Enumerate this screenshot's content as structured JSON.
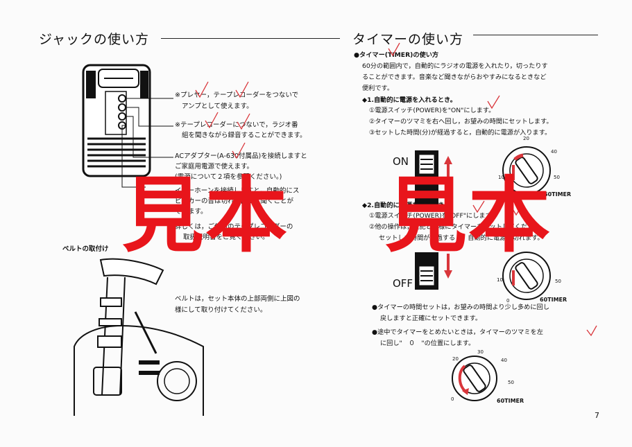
{
  "left": {
    "heading": "ジャックの使い方",
    "jack_notes": [
      [
        "※プレヤー，テープレコーダーをつないで",
        "アンプとして使えます。"
      ],
      [
        "※テープレコーダーにつないで，ラジオ番",
        "組を聞きながら録音することができます。"
      ],
      [
        "ACアダプター(A-630付属品)を接続しますと",
        "ご家庭用電源で使えます。",
        "(電源について２項を参照ください。)"
      ],
      [
        "イヤーホーンを接続しますと，自動的にス",
        "ピーカーの音は切れ，静かに聞くことが",
        "できます。"
      ],
      [
        "詳しくは，ご使用のテープレコーダーの",
        "取扱説明書をご覧ください。"
      ]
    ],
    "belt_heading": "ベルトの取付け",
    "belt_text": [
      "ベルトは，セット本体の上部両側に上図の",
      "様にして取り付けてください。"
    ]
  },
  "right": {
    "heading": "タイマーの使い方",
    "subheading": "●タイマー(TIMER)の使い方",
    "intro": [
      "60分の範囲内で，自動的にラジオの電源を入れたり，切ったりす",
      "ることができます。音楽など聞きながらおやすみになるときなど",
      "便利です。"
    ],
    "section1_title": "◆1.自動的に電源を入れるとき。",
    "section1_steps": [
      "①電源スイッチ(POWER)を\"ON\"にします。",
      "②タイマーのツマミを右へ回し，お望みの時間にセットします。",
      "③セットした時間(分)が経過すると，自動的に電源が入ります。"
    ],
    "section2_title": "◆2.自動的に電源を切るとき。",
    "section2_steps": [
      "①電源スイッチ(POWER)を\"OFF\"にします。",
      "②他の操作は，上記と同様にタイマーをセットしてください。",
      "セットした時間が経過すると，自動的に電源が切れます。"
    ],
    "bullets": [
      [
        "●タイマーの時間セットは，お望みの時間より少し多めに回し",
        "戻しますと正確にセットできます。"
      ],
      [
        "●途中でタイマーをとめたいときは，タイマーのツマミを左",
        "に回し\"　０　\"の位置にします。"
      ]
    ],
    "on_label": "ON",
    "off_label": "OFF",
    "dial_numbers": [
      "20",
      "30",
      "40",
      "10",
      "50",
      "0",
      "60TIMER"
    ]
  },
  "page_number": "7",
  "watermark": "見本",
  "colors": {
    "watermark": "#e8151b",
    "ink": "#111111",
    "red_mark": "#d9363b"
  }
}
